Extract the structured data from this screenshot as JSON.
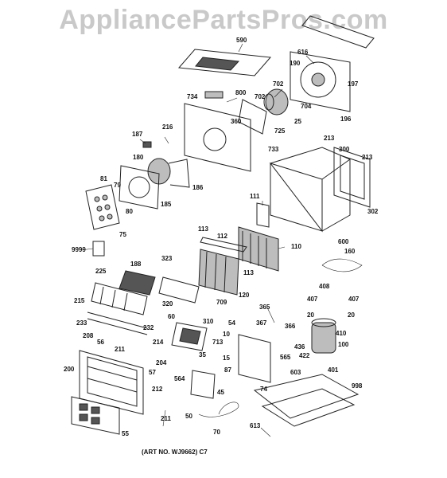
{
  "watermark": "AppliancePartsPros.com",
  "art_number": "(ART NO. WJ9662) C7",
  "callouts": [
    "590",
    "616",
    "190",
    "197",
    "702",
    "704",
    "702",
    "800",
    "734",
    "25",
    "360",
    "725",
    "196",
    "187",
    "216",
    "733",
    "213",
    "300",
    "213",
    "180",
    "81",
    "79",
    "186",
    "111",
    "185",
    "80",
    "302",
    "75",
    "112",
    "113",
    "110",
    "600",
    "9999",
    "160",
    "188",
    "323",
    "225",
    "113",
    "120",
    "709",
    "320",
    "408",
    "407",
    "407",
    "365",
    "215",
    "20",
    "20",
    "233",
    "60",
    "54",
    "310",
    "367",
    "366",
    "410",
    "208",
    "232",
    "10",
    "100",
    "436",
    "211",
    "214",
    "713",
    "56",
    "422",
    "204",
    "35",
    "15",
    "565",
    "401",
    "200",
    "57",
    "87",
    "564",
    "212",
    "74",
    "603",
    "998",
    "45",
    "211",
    "55",
    "50",
    "70",
    "613"
  ]
}
